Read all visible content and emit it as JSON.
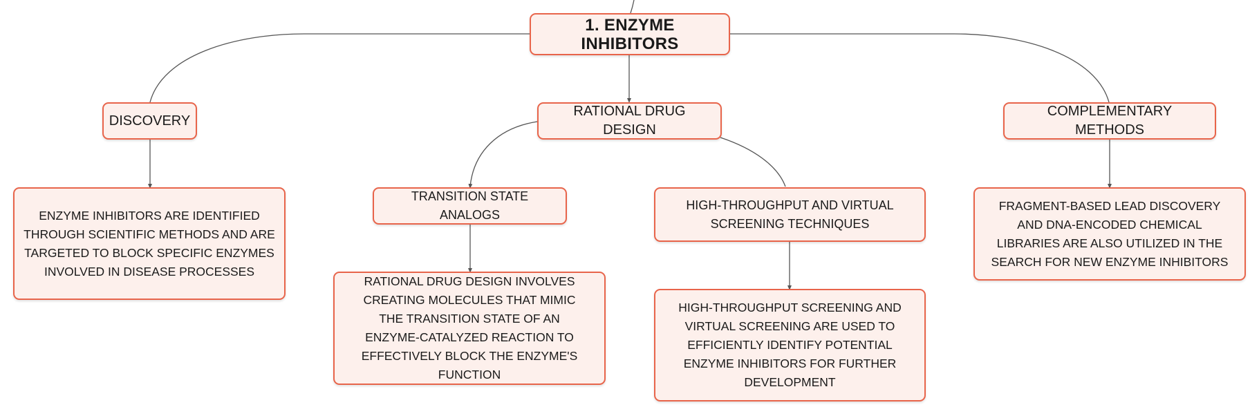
{
  "diagram": {
    "root": {
      "label": "1. ENZYME INHIBITORS"
    },
    "nodes": {
      "discovery": {
        "label": "DISCOVERY"
      },
      "rational": {
        "label": "RATIONAL DRUG DESIGN"
      },
      "complementary": {
        "label": "COMPLEMENTARY METHODS"
      },
      "transition": {
        "label": "TRANSITION STATE ANALOGS"
      },
      "hts": {
        "label": "HIGH-THROUGHPUT AND VIRTUAL SCREENING TECHNIQUES"
      },
      "discovery_desc": {
        "label": "ENZYME INHIBITORS ARE IDENTIFIED THROUGH SCIENTIFIC METHODS AND ARE TARGETED TO BLOCK SPECIFIC ENZYMES INVOLVED IN DISEASE PROCESSES"
      },
      "transition_desc": {
        "label": "RATIONAL DRUG DESIGN INVOLVES CREATING MOLECULES THAT MIMIC THE TRANSITION STATE OF AN ENZYME-CATALYZED REACTION TO EFFECTIVELY BLOCK THE ENZYME'S FUNCTION"
      },
      "hts_desc": {
        "label": "HIGH-THROUGHPUT SCREENING AND VIRTUAL SCREENING ARE USED TO EFFICIENTLY IDENTIFY POTENTIAL ENZYME INHIBITORS FOR FURTHER DEVELOPMENT"
      },
      "complementary_desc": {
        "label": "FRAGMENT-BASED LEAD DISCOVERY AND DNA-ENCODED CHEMICAL LIBRARIES ARE ALSO UTILIZED IN THE SEARCH FOR NEW ENZYME INHIBITORS"
      }
    },
    "colors": {
      "node_border": "#e8644a",
      "node_fill": "#fdf0ec",
      "connector": "#555555",
      "text": "#1a1a1a"
    }
  }
}
